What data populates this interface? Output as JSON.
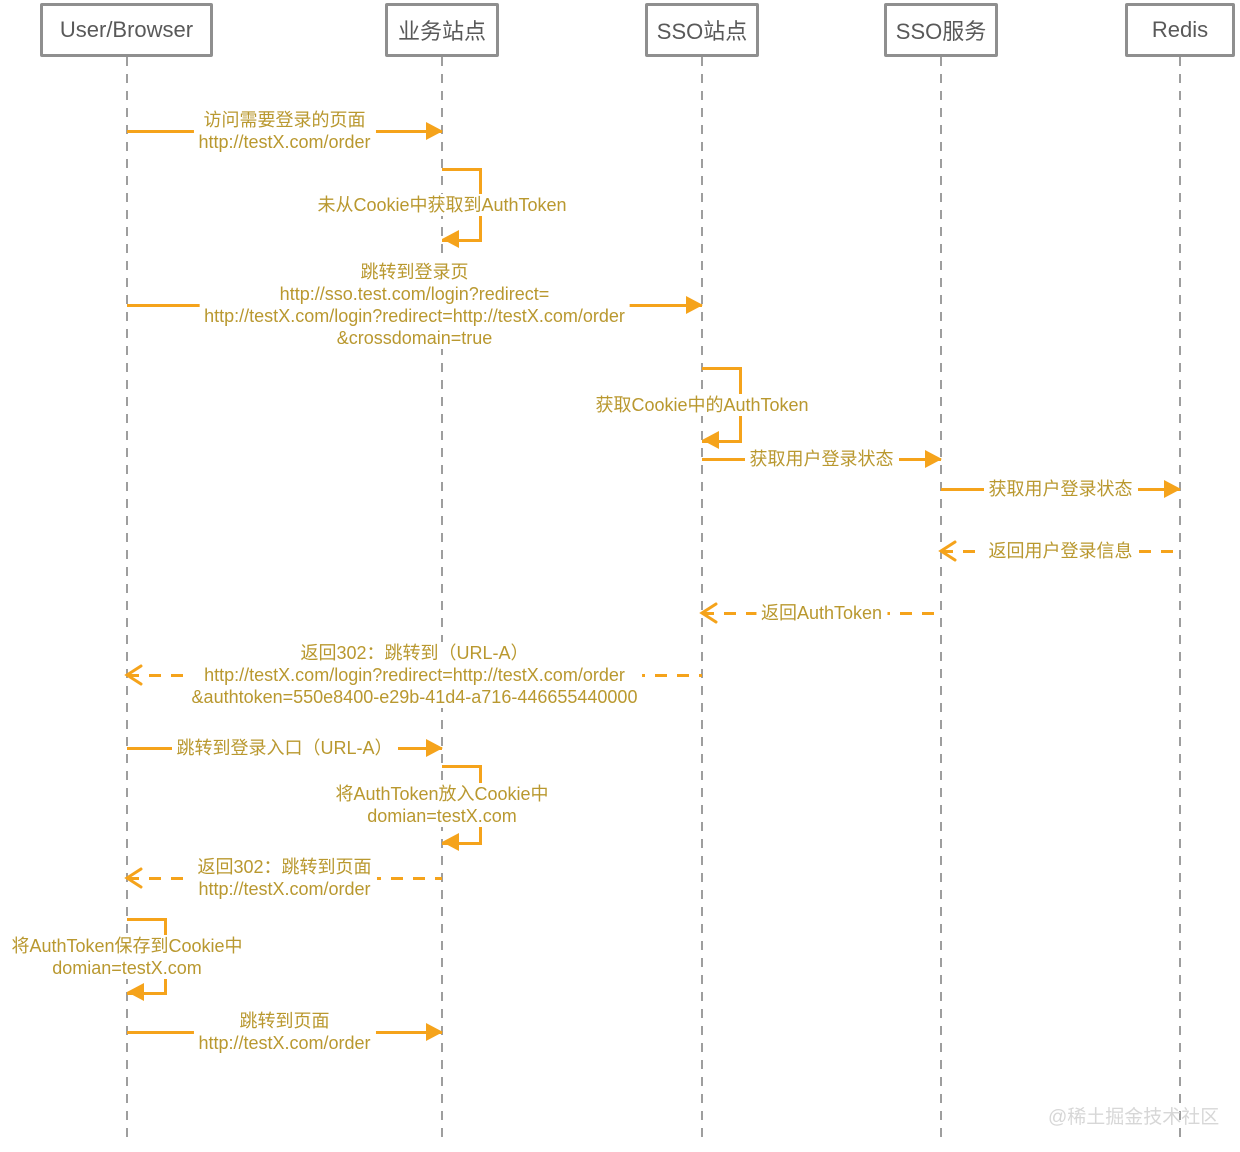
{
  "actors": [
    {
      "label": "User/Browser"
    },
    {
      "label": "业务站点"
    },
    {
      "label": "SSO站点"
    },
    {
      "label": "SSO服务"
    },
    {
      "label": "Redis"
    }
  ],
  "messages": [
    {
      "type": "message",
      "from": "User/Browser",
      "to": "业务站点",
      "line_style": "solid",
      "lines": [
        "访问需要登录的页面",
        "http://testX.com/order"
      ]
    },
    {
      "type": "self",
      "actor": "业务站点",
      "line_style": "solid",
      "lines": [
        "未从Cookie中获取到AuthToken"
      ]
    },
    {
      "type": "message",
      "from": "User/Browser",
      "to": "SSO站点",
      "line_style": "solid",
      "lines": [
        "跳转到登录页",
        "http://sso.test.com/login?redirect=",
        "http://testX.com/login?redirect=http://testX.com/order",
        "&crossdomain=true"
      ]
    },
    {
      "type": "self",
      "actor": "SSO站点",
      "line_style": "solid",
      "lines": [
        "获取Cookie中的AuthToken"
      ]
    },
    {
      "type": "message",
      "from": "SSO站点",
      "to": "SSO服务",
      "line_style": "solid",
      "lines": [
        "获取用户登录状态"
      ]
    },
    {
      "type": "message",
      "from": "SSO服务",
      "to": "Redis",
      "line_style": "solid",
      "lines": [
        "获取用户登录状态"
      ]
    },
    {
      "type": "message",
      "from": "Redis",
      "to": "SSO服务",
      "line_style": "dashed",
      "lines": [
        "返回用户登录信息"
      ]
    },
    {
      "type": "message",
      "from": "SSO服务",
      "to": "SSO站点",
      "line_style": "dashed",
      "lines": [
        "返回AuthToken"
      ]
    },
    {
      "type": "message",
      "from": "SSO站点",
      "to": "User/Browser",
      "line_style": "dashed",
      "lines": [
        "返回302：跳转到（URL-A）",
        "http://testX.com/login?redirect=http://testX.com/order",
        "&authtoken=550e8400-e29b-41d4-a716-446655440000"
      ]
    },
    {
      "type": "message",
      "from": "User/Browser",
      "to": "业务站点",
      "line_style": "solid",
      "lines": [
        "跳转到登录入口（URL-A）"
      ]
    },
    {
      "type": "self",
      "actor": "业务站点",
      "line_style": "solid",
      "lines": [
        "将AuthToken放入Cookie中",
        "domian=testX.com"
      ]
    },
    {
      "type": "message",
      "from": "业务站点",
      "to": "User/Browser",
      "line_style": "dashed",
      "lines": [
        "返回302：跳转到页面",
        "http://testX.com/order"
      ]
    },
    {
      "type": "self",
      "actor": "User/Browser",
      "line_style": "solid",
      "lines": [
        "将AuthToken保存到Cookie中",
        "domian=testX.com"
      ]
    },
    {
      "type": "message",
      "from": "User/Browser",
      "to": "业务站点",
      "line_style": "solid",
      "lines": [
        "跳转到页面",
        "http://testX.com/order"
      ]
    }
  ],
  "watermark": "@稀土掘金技术社区",
  "colors": {
    "arrow": "#F5A31B",
    "label_text": "#B9982F",
    "actor_border": "#8F8F8F",
    "actor_text": "#595959",
    "lifeline": "#9E9E9E",
    "watermark": "#D7D7D7",
    "bg": "#FFFFFF"
  }
}
